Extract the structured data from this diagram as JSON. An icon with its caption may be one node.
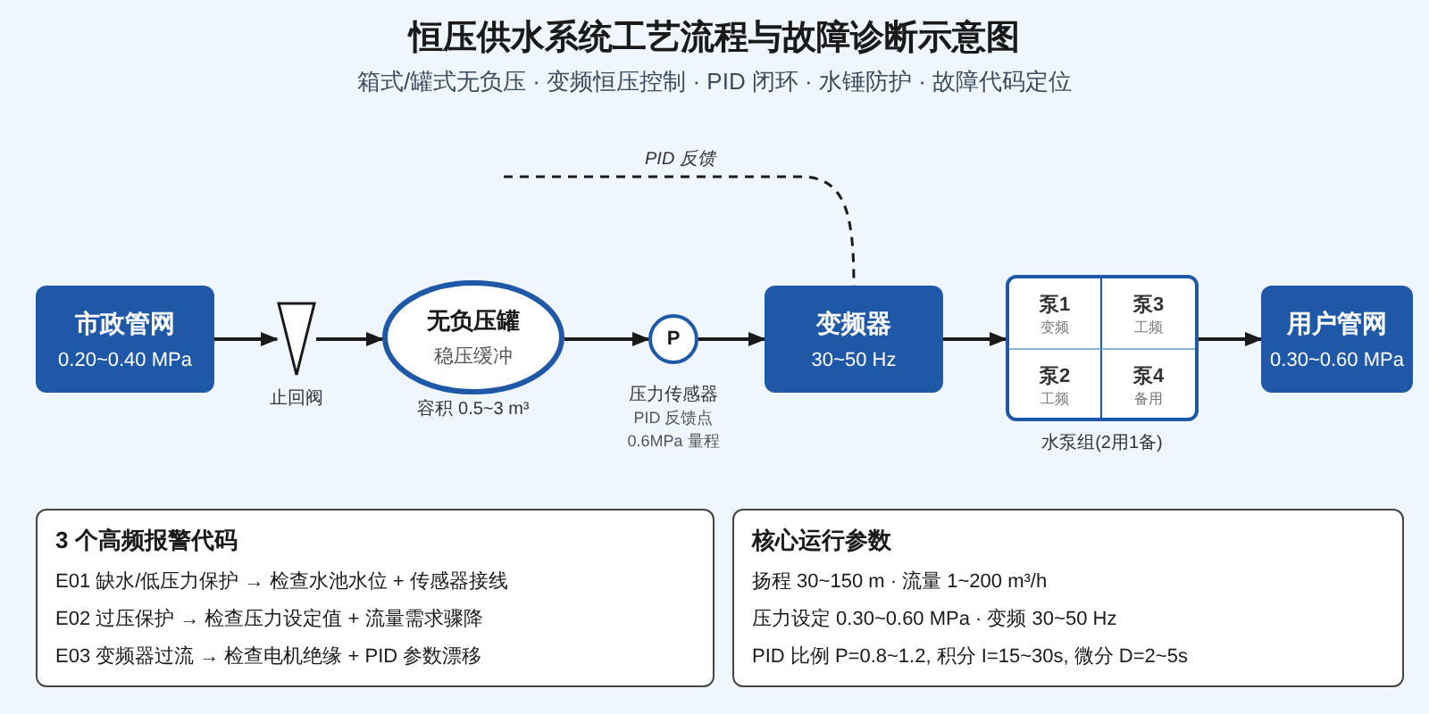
{
  "diagram": {
    "title": "恒压供水系统工艺流程与故障诊断示意图",
    "caption": "箱式/罐式无负压 · 变频恒压控制 · PID 闭环 · 水锤防护 · 故障代码定位",
    "nodes": [
      {
        "text": [
          "市政管网",
          "0.20~0.40 MPa"
        ]
      },
      {
        "text": [],
        "shape": "triangle",
        "beside": [
          "止回阀"
        ]
      },
      {
        "text": [
          "无负压罐",
          "稳压缓冲"
        ],
        "beside": [
          "容积 0.5~3 m³"
        ]
      },
      {
        "text": [
          "P"
        ],
        "beside": [
          "压力传感器",
          "PID 反馈点",
          "0.6MPa 量程"
        ]
      },
      {
        "text": [
          "变频器",
          "30~50 Hz"
        ]
      },
      {
        "text": [],
        "shape": "box",
        "beside": [
          "水泵组(2用1备)"
        ]
      },
      {
        "text": [
          "泵1",
          "变频"
        ],
        "in": 5
      },
      {
        "text": [
          "泵3",
          "工频"
        ],
        "in": 5
      },
      {
        "text": [
          "泵2",
          "工频"
        ],
        "in": 5
      },
      {
        "text": [
          "泵4",
          "备用"
        ],
        "in": 5
      },
      {
        "text": [
          "用户管网",
          "0.30~0.60 MPa"
        ]
      },
      {
        "text": [
          "3 个高频报警代码",
          "E01 缺水/低压力保护 → 检查水池水位 + 传感器接线",
          "E02 过压保护 → 检查压力设定值 + 流量需求骤降",
          "E03 变频器过流 → 检查电机绝缘 + PID 参数漂移"
        ]
      },
      {
        "text": [
          "核心运行参数",
          "扬程 30~150 m · 流量 1~200 m³/h",
          "压力设定 0.30~0.60 MPa · 变频 30~50 Hz",
          "PID 比例 P=0.8~1.2, 积分 I=15~30s, 微分 D=2~5s"
        ]
      }
    ],
    "edges": [
      {
        "from": 0,
        "to": 1,
        "arrow": "to"
      },
      {
        "from": 1,
        "to": 2,
        "arrow": "to"
      },
      {
        "from": 2,
        "to": 3,
        "arrow": "to"
      },
      {
        "from": 3,
        "to": 4,
        "arrow": "to"
      },
      {
        "from": 4,
        "to": 5,
        "arrow": "to"
      },
      {
        "from": 5,
        "to": 10,
        "arrow": "to"
      },
      {
        "from": null,
        "to": 4,
        "arrow": "none",
        "label": "PID 反馈",
        "style": "dashed"
      }
    ]
  }
}
